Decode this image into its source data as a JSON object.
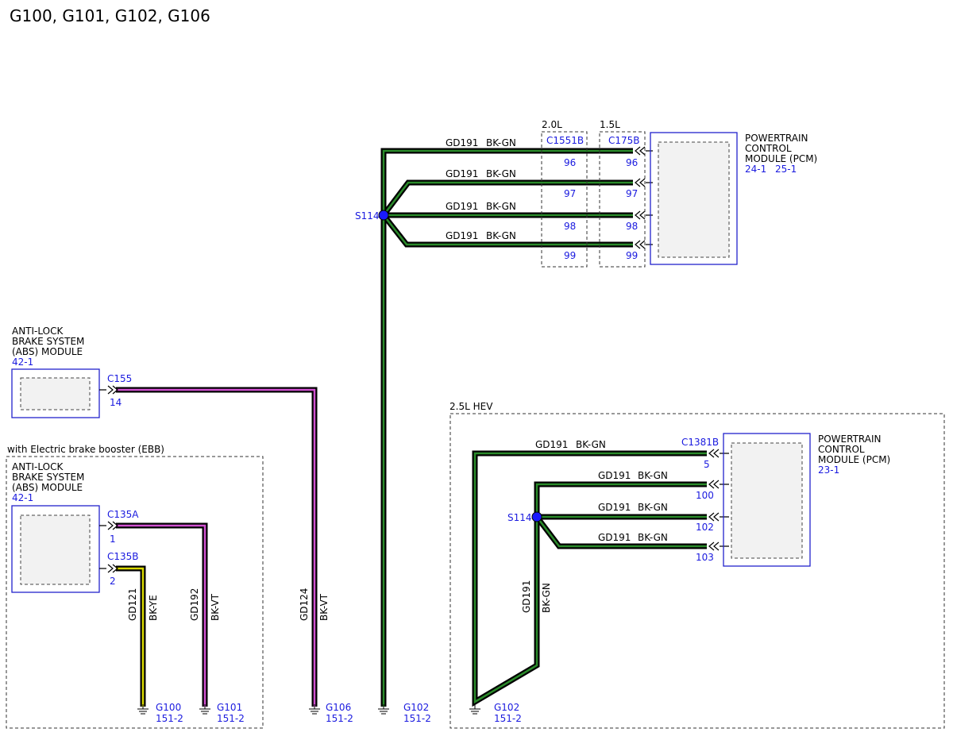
{
  "title": "G100, G101, G102, G106",
  "colors": {
    "green": "#2a8a2a",
    "violet": "#d050d0",
    "yellow": "#d8d800",
    "blue": "#1a1adf"
  },
  "pcm_top": {
    "name_l1": "POWERTRAIN",
    "name_l2": "CONTROL",
    "name_l3": "MODULE (PCM)",
    "ref1": "24-1",
    "ref2": "25-1",
    "variant_20": "2.0L",
    "variant_15": "1.5L",
    "conn_20": "C1551B",
    "conn_15": "C175B",
    "pins_20": [
      "96",
      "97",
      "98",
      "99"
    ],
    "pins_15": [
      "96",
      "97",
      "98",
      "99"
    ],
    "splice": "S114",
    "wires": [
      {
        "circuit": "GD191",
        "color": "BK-GN"
      },
      {
        "circuit": "GD191",
        "color": "BK-GN"
      },
      {
        "circuit": "GD191",
        "color": "BK-GN"
      },
      {
        "circuit": "GD191",
        "color": "BK-GN"
      }
    ]
  },
  "abs_top": {
    "name_l1": "ANTI-LOCK",
    "name_l2": "BRAKE SYSTEM",
    "name_l3": "(ABS) MODULE",
    "ref": "42-1",
    "conn": "C155",
    "pin": "14",
    "wire_circuit": "GD124",
    "wire_color": "BK-VT"
  },
  "ebb": {
    "label": "with Electric brake booster (EBB)",
    "name_l1": "ANTI-LOCK",
    "name_l2": "BRAKE SYSTEM",
    "name_l3": "(ABS) MODULE",
    "ref": "42-1",
    "conn_a": "C135A",
    "pin_a": "1",
    "conn_b": "C135B",
    "pin_b": "2",
    "wire_a_circuit": "GD192",
    "wire_a_color": "BK-VT",
    "wire_b_circuit": "GD121",
    "wire_b_color": "BK-YE"
  },
  "grounds": {
    "g100": "G100",
    "g100_ref": "151-2",
    "g101": "G101",
    "g101_ref": "151-2",
    "g106": "G106",
    "g106_ref": "151-2",
    "g102": "G102",
    "g102_ref": "151-2",
    "g102h": "G102",
    "g102h_ref": "151-2"
  },
  "hev": {
    "label": "2.5L HEV",
    "name_l1": "POWERTRAIN",
    "name_l2": "CONTROL",
    "name_l3": "MODULE (PCM)",
    "ref": "23-1",
    "conn": "C1381B",
    "pins": [
      "5",
      "100",
      "102",
      "103"
    ],
    "splice": "S114",
    "wires": [
      {
        "circuit": "GD191",
        "color": "BK-GN"
      },
      {
        "circuit": "GD191",
        "color": "BK-GN"
      },
      {
        "circuit": "GD191",
        "color": "BK-GN"
      },
      {
        "circuit": "GD191",
        "color": "BK-GN"
      }
    ],
    "vert_circuit": "GD191",
    "vert_color": "BK-GN"
  }
}
